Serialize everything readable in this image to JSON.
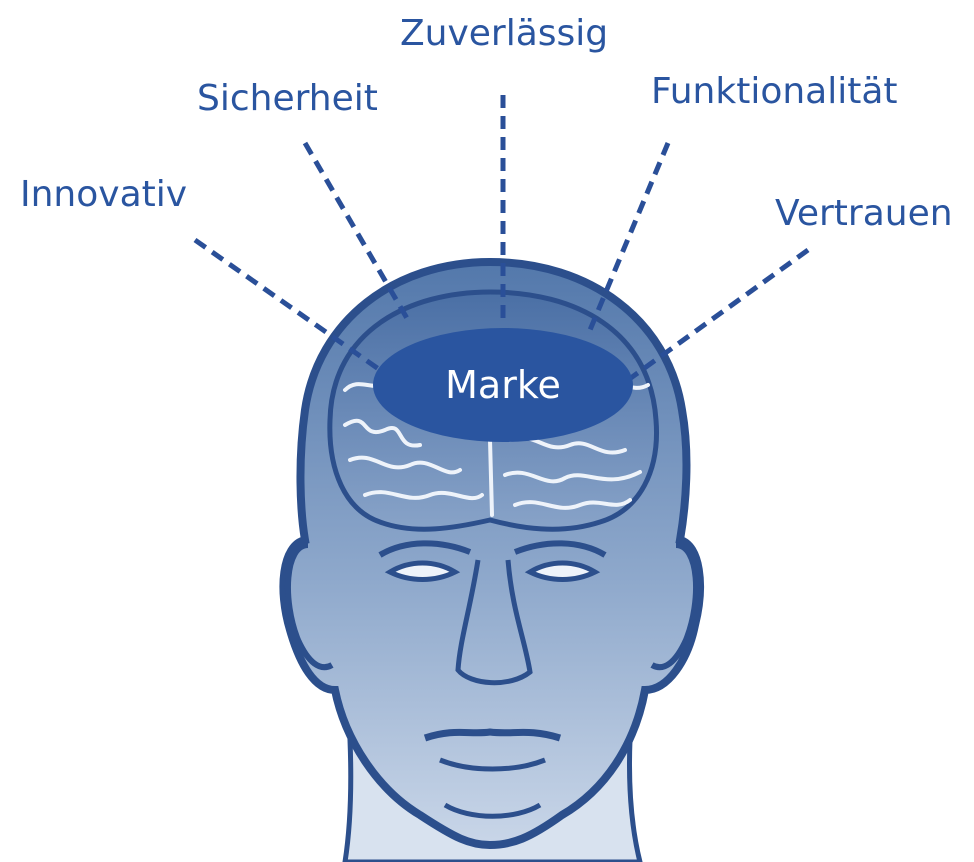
{
  "diagram": {
    "core": {
      "label": "Marke",
      "color": "#2a55a0"
    },
    "attributes": [
      {
        "label": "Innovativ"
      },
      {
        "label": "Sicherheit"
      },
      {
        "label": "Zuverlässig"
      },
      {
        "label": "Funktionalität"
      },
      {
        "label": "Vertrauen"
      }
    ],
    "illustration": {
      "icon": "human-head-with-brain",
      "colors": {
        "outline": "#2c4f8c",
        "fill_top": "#5378ab",
        "fill_bottom": "#b9cbe2"
      }
    },
    "text_color": "#2a55a0"
  }
}
